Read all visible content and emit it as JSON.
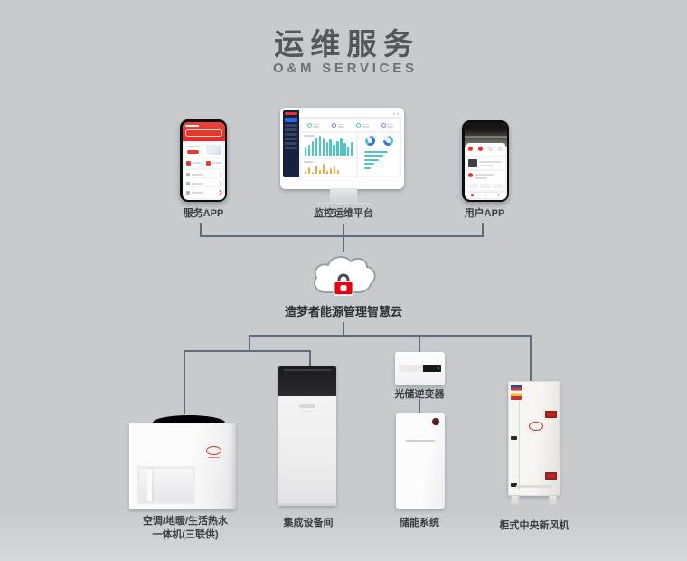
{
  "page": {
    "title": "运维服务",
    "subtitle": "O&M SERVICES"
  },
  "top_row": {
    "service_app": {
      "label": "服务APP"
    },
    "monitor": {
      "label": "监控运维平台"
    },
    "user_app": {
      "label": "用户APP"
    }
  },
  "cloud": {
    "label": "造梦者能源管理智慧云",
    "icon": "cloud-with-red-padlock"
  },
  "bottom_row": {
    "ac_unit": {
      "label1": "空调/地暖/生活热水",
      "label2": "一体机(三联供)"
    },
    "equipment_room": {
      "label": "集成设备间"
    },
    "inverter": {
      "label": "光储逆变器"
    },
    "battery": {
      "label": "储能系统"
    },
    "fresh_air": {
      "label": "柜式中央新风机"
    }
  },
  "dashboard": {
    "energy_bars": [
      9,
      12,
      16,
      20,
      22,
      19,
      15,
      18,
      12,
      16,
      19,
      14,
      10,
      15
    ],
    "alarm_bars": [
      3,
      7,
      2,
      9,
      4,
      11,
      3,
      6,
      8,
      4
    ],
    "rank_bars": [
      26,
      21,
      16,
      11,
      7
    ]
  },
  "colors": {
    "background": "#c7cbce",
    "connector": "#5c6d80",
    "accent_red": "#e60012",
    "app_red": "#e23b31",
    "teal": "#4cc7c2",
    "orange": "#f3a93d",
    "blue": "#3b6fe0",
    "sidebar_navy": "#16213d"
  }
}
